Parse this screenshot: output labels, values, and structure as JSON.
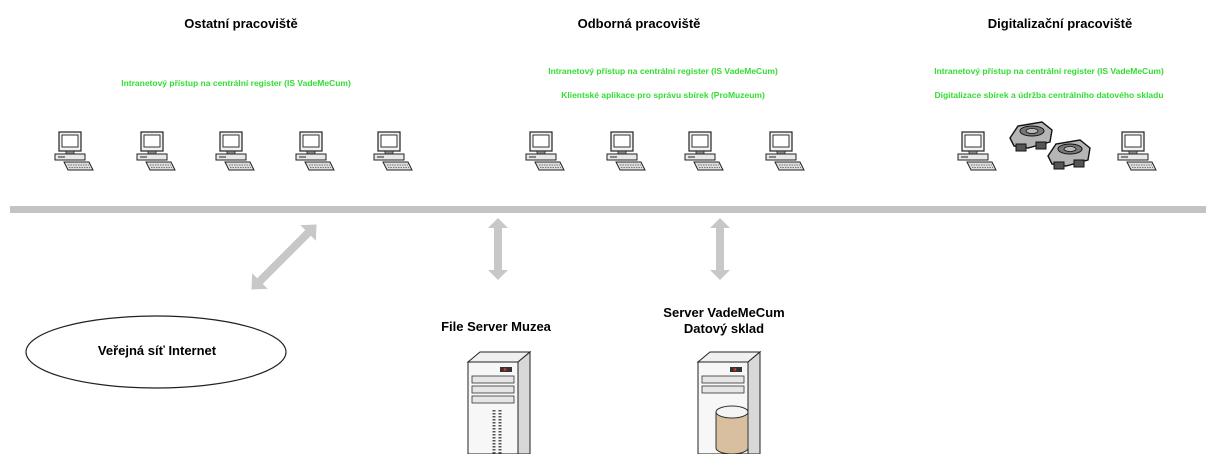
{
  "groups": {
    "other": {
      "title": "Ostatní pracoviště",
      "lines": [
        "Intranetový přístup na centrální register (IS VadeMeCum)"
      ]
    },
    "expert": {
      "title": "Odborná pracoviště",
      "lines": [
        "Intranetový přístup na centrální register (IS VadeMeCum)",
        "Klientské aplikace pro správu sbírek (ProMuzeum)"
      ]
    },
    "digital": {
      "title": "Digitalizační pracoviště",
      "lines": [
        "Intranetový přístup na centrální register (IS VadeMeCum)",
        "Digitalizace sbírek a údržba centrálního datového skladu"
      ]
    }
  },
  "internet": {
    "label": "Veřejná síť Internet"
  },
  "file_server": {
    "label": "File Server Muzea"
  },
  "vademecum_server": {
    "line1": "Server VadeMeCum",
    "line2": "Datový sklad"
  },
  "colors": {
    "green_text": "#33dd33",
    "bus": "#c4c4c4",
    "arrow": "#c8c8c8"
  },
  "icons": {
    "workstation": "computer-icon",
    "scanner": "scanner-icon",
    "server": "server-tower-icon",
    "database": "database-icon"
  }
}
